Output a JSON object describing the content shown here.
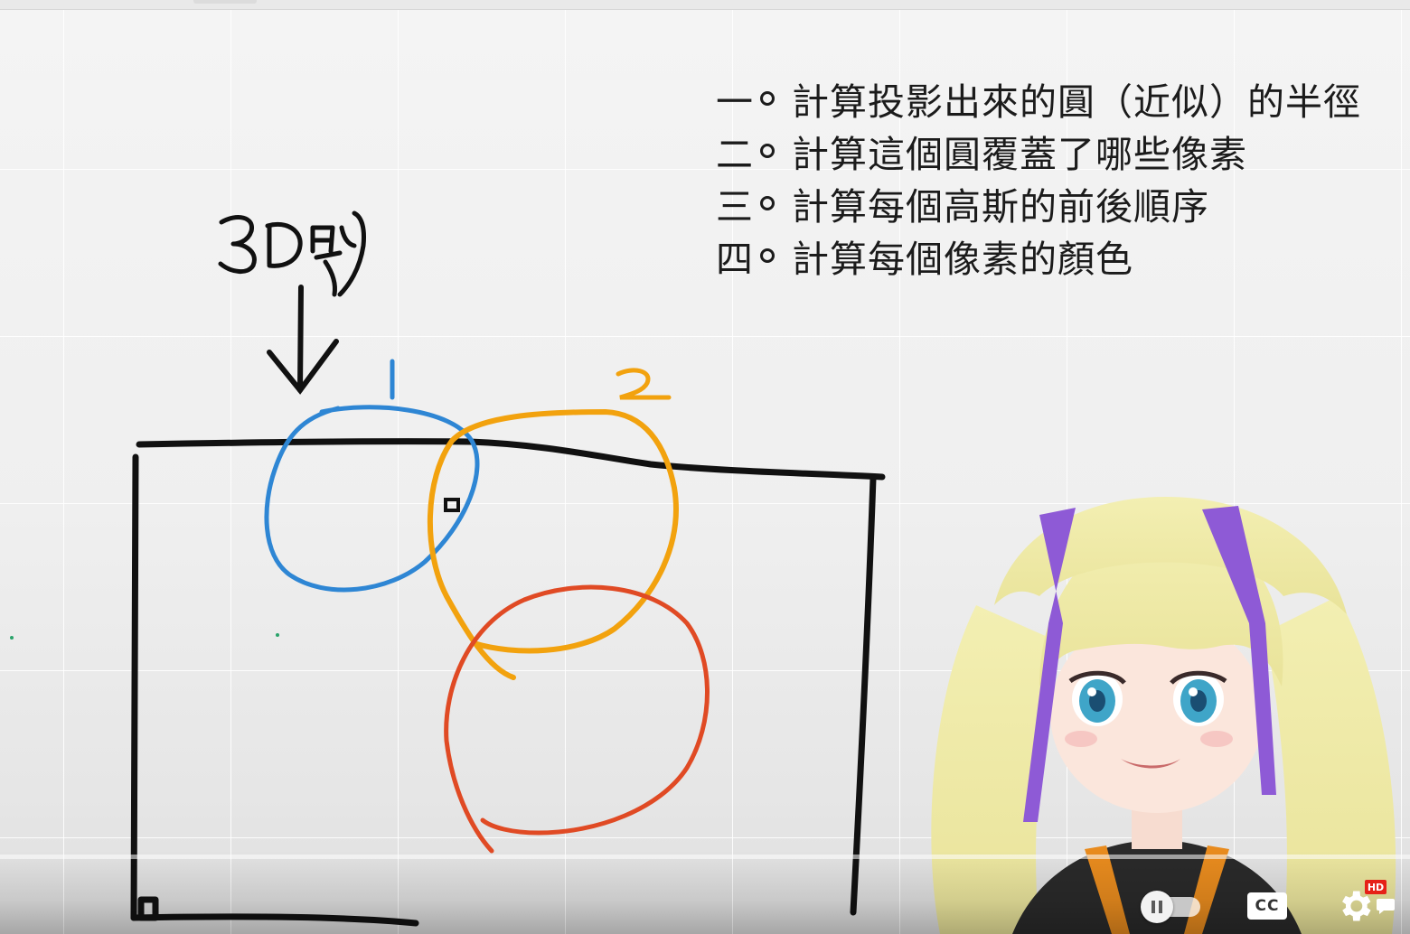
{
  "video": {
    "steps": [
      {
        "num": "一",
        "text": "計算投影出來的圓（近似）的半徑"
      },
      {
        "num": "二",
        "text": "計算這個圓覆蓋了哪些像素"
      },
      {
        "num": "三",
        "text": "計算每個高斯的前後順序"
      },
      {
        "num": "四",
        "text": "計算每個像素的顏色"
      }
    ],
    "handwriting": {
      "label": "3D點",
      "circle_labels": [
        "1",
        "2"
      ]
    },
    "colors": {
      "circle_1": "#2e86d4",
      "circle_2": "#f2a20e",
      "circle_3": "#e04a24",
      "ink": "#111111"
    }
  },
  "player": {
    "autoplay_icon": "pause-icon",
    "captions_label": "CC",
    "settings_icon": "gear-icon",
    "hd_badge": "HD",
    "chat_icon": "chat-icon"
  }
}
